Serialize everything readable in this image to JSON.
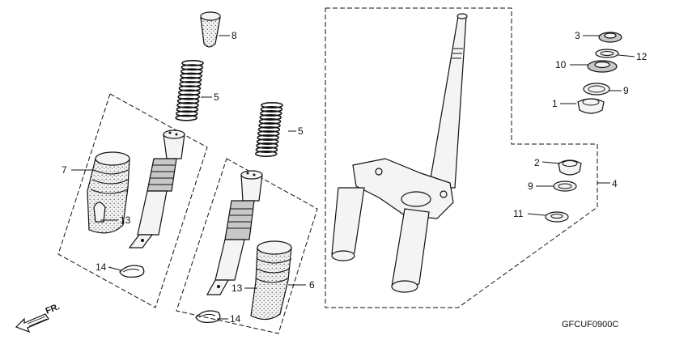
{
  "diagram": {
    "code": "GFCUF0900C",
    "direction_label": "FR.",
    "callouts": [
      "1",
      "2",
      "3",
      "4",
      "5",
      "5",
      "6",
      "7",
      "8",
      "9",
      "9",
      "10",
      "11",
      "12",
      "13",
      "13",
      "14",
      "14"
    ]
  }
}
